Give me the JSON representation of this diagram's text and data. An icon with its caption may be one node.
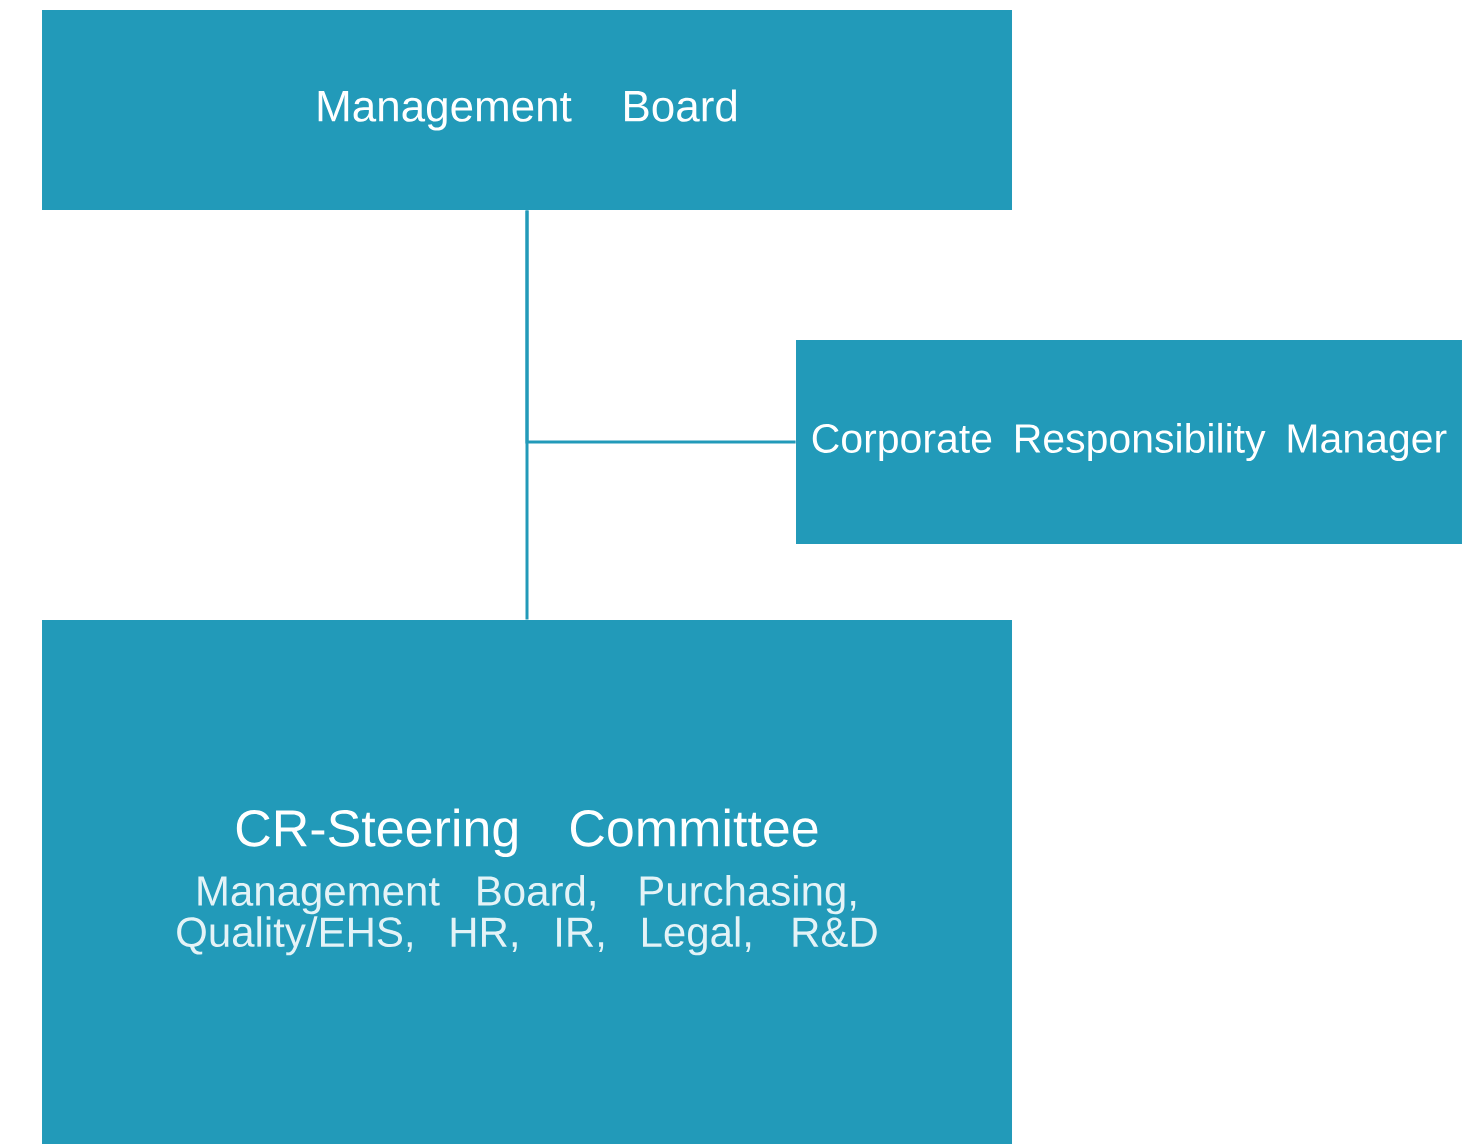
{
  "diagram": {
    "nodes": [
      {
        "text": [
          "Management Board"
        ]
      },
      {
        "text": [
          "Corporate Responsibility Manager"
        ]
      },
      {
        "text": [
          "CR-Steering Committee",
          "Management Board, Purchasing, Quality/EHS, HR, IR, Legal, R&D"
        ]
      }
    ],
    "edges": [
      {
        "from": 0,
        "to": 2,
        "arrow": "none"
      },
      {
        "from": 0,
        "to": 1,
        "arrow": "none"
      }
    ]
  }
}
